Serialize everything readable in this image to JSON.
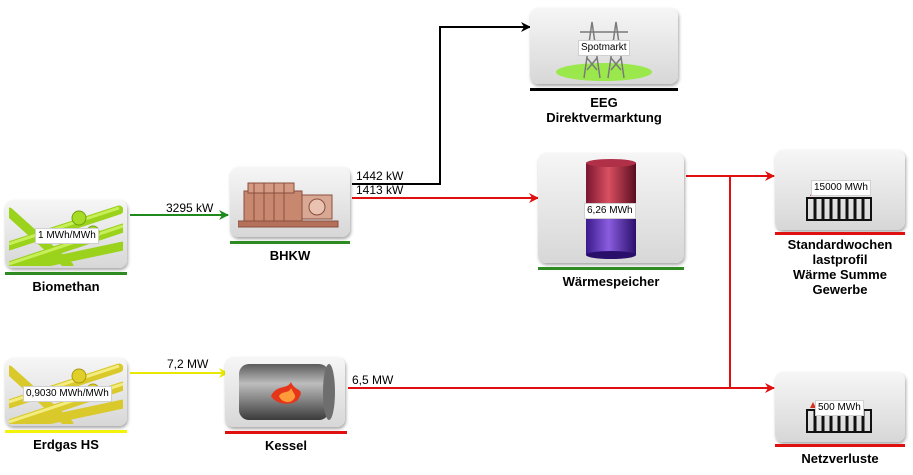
{
  "nodes": {
    "biomethan": {
      "title": "Biomethan",
      "value": "1 MWh/MWh",
      "line_color": "#2e8b22"
    },
    "erdgas": {
      "title": "Erdgas HS",
      "value": "0,9030 MWh/MWh",
      "line_color": "#f2f20a"
    },
    "bhkw": {
      "title": "BHKW",
      "line_color": "#2e8b22"
    },
    "kessel": {
      "title": "Kessel",
      "line_color": "#e01010"
    },
    "eeg": {
      "title_line1": "EEG",
      "title_line2": "Direktvermarktung",
      "value": "Spotmarkt",
      "line_color": "#000000"
    },
    "waermespeicher": {
      "title": "Wärmespeicher",
      "value": "6,26 MWh",
      "line_color": "#2e8b22"
    },
    "standardwochen": {
      "title_line1": "Standardwochen",
      "title_line2": "lastprofil",
      "title_line3": "Wärme Summe",
      "title_line4": "Gewerbe",
      "value": "15000 MWh",
      "line_color": "#e01010"
    },
    "netzverluste": {
      "title": "Netzverluste",
      "value": "500 MWh",
      "line_color": "#e01010"
    }
  },
  "flows": {
    "biomethan_bhkw": "3295 kW",
    "erdgas_kessel": "7,2 MW",
    "bhkw_eeg": "1442 kW",
    "bhkw_speicher": "1413 kW",
    "kessel_out": "6,5 MW"
  },
  "colors": {
    "green": "#1e8a1e",
    "yellow": "#e8e800",
    "black": "#000000",
    "red": "#e01010"
  }
}
